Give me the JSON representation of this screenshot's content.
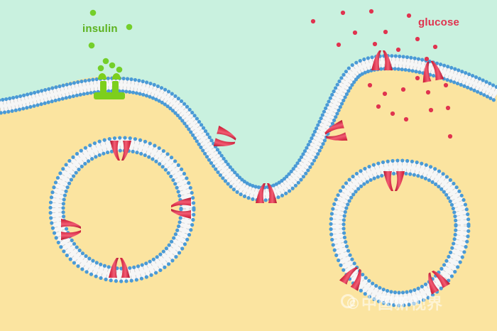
{
  "labels": {
    "insulin": "insulin",
    "glucose": "glucose"
  },
  "watermark": "©中国新视界",
  "colors": {
    "extracellular": "#c9f1df",
    "cytoplasm": "#fbe4a0",
    "lipid_head": "#4a9ad6",
    "lipid_tail": "#f6f6f6",
    "transporter": "#d81e3c",
    "transporter_highlight": "#f25c73",
    "receptor": "#7dcf1c",
    "insulin_text": "#5cb21e",
    "insulin_dot": "#74cf2a",
    "glucose_text": "#e0334f",
    "glucose_dot": "#e0334f"
  },
  "icons": {
    "receptor": "insulin-receptor-icon",
    "transporter": "glut4-transporter-icon",
    "vesicle": "vesicle-icon"
  }
}
